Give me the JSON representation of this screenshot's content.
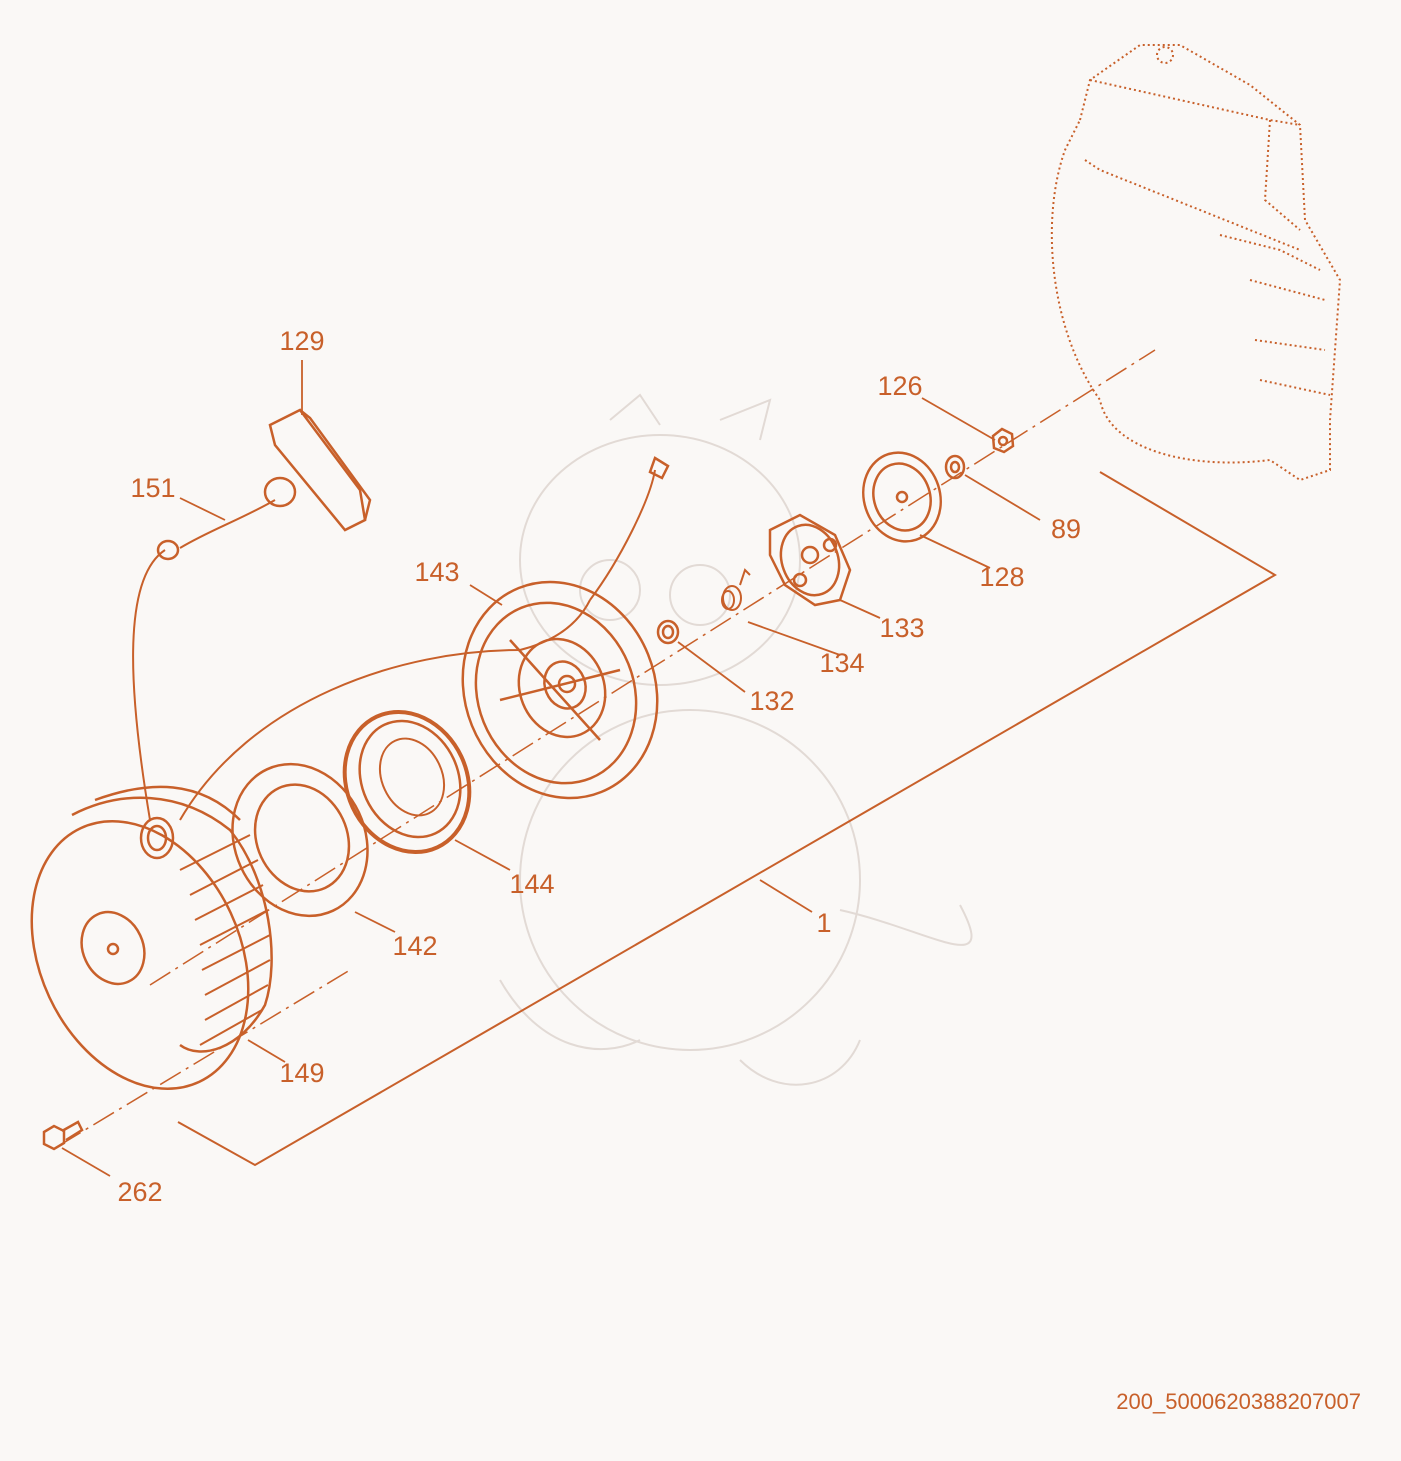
{
  "colors": {
    "accent": "#c8602a",
    "ghost": "#e2dad5",
    "background": "#faf8f6"
  },
  "labels": [
    {
      "id": "l129",
      "text": "129"
    },
    {
      "id": "l151",
      "text": "151"
    },
    {
      "id": "l126",
      "text": "126"
    },
    {
      "id": "l89",
      "text": "89"
    },
    {
      "id": "l128",
      "text": "128"
    },
    {
      "id": "l143",
      "text": "143"
    },
    {
      "id": "l133",
      "text": "133"
    },
    {
      "id": "l134",
      "text": "134"
    },
    {
      "id": "l132",
      "text": "132"
    },
    {
      "id": "l144",
      "text": "144"
    },
    {
      "id": "l1",
      "text": "1"
    },
    {
      "id": "l142",
      "text": "142"
    },
    {
      "id": "l149",
      "text": "149"
    },
    {
      "id": "l262",
      "text": "262"
    }
  ],
  "reference_code": "200_5000620388207007"
}
